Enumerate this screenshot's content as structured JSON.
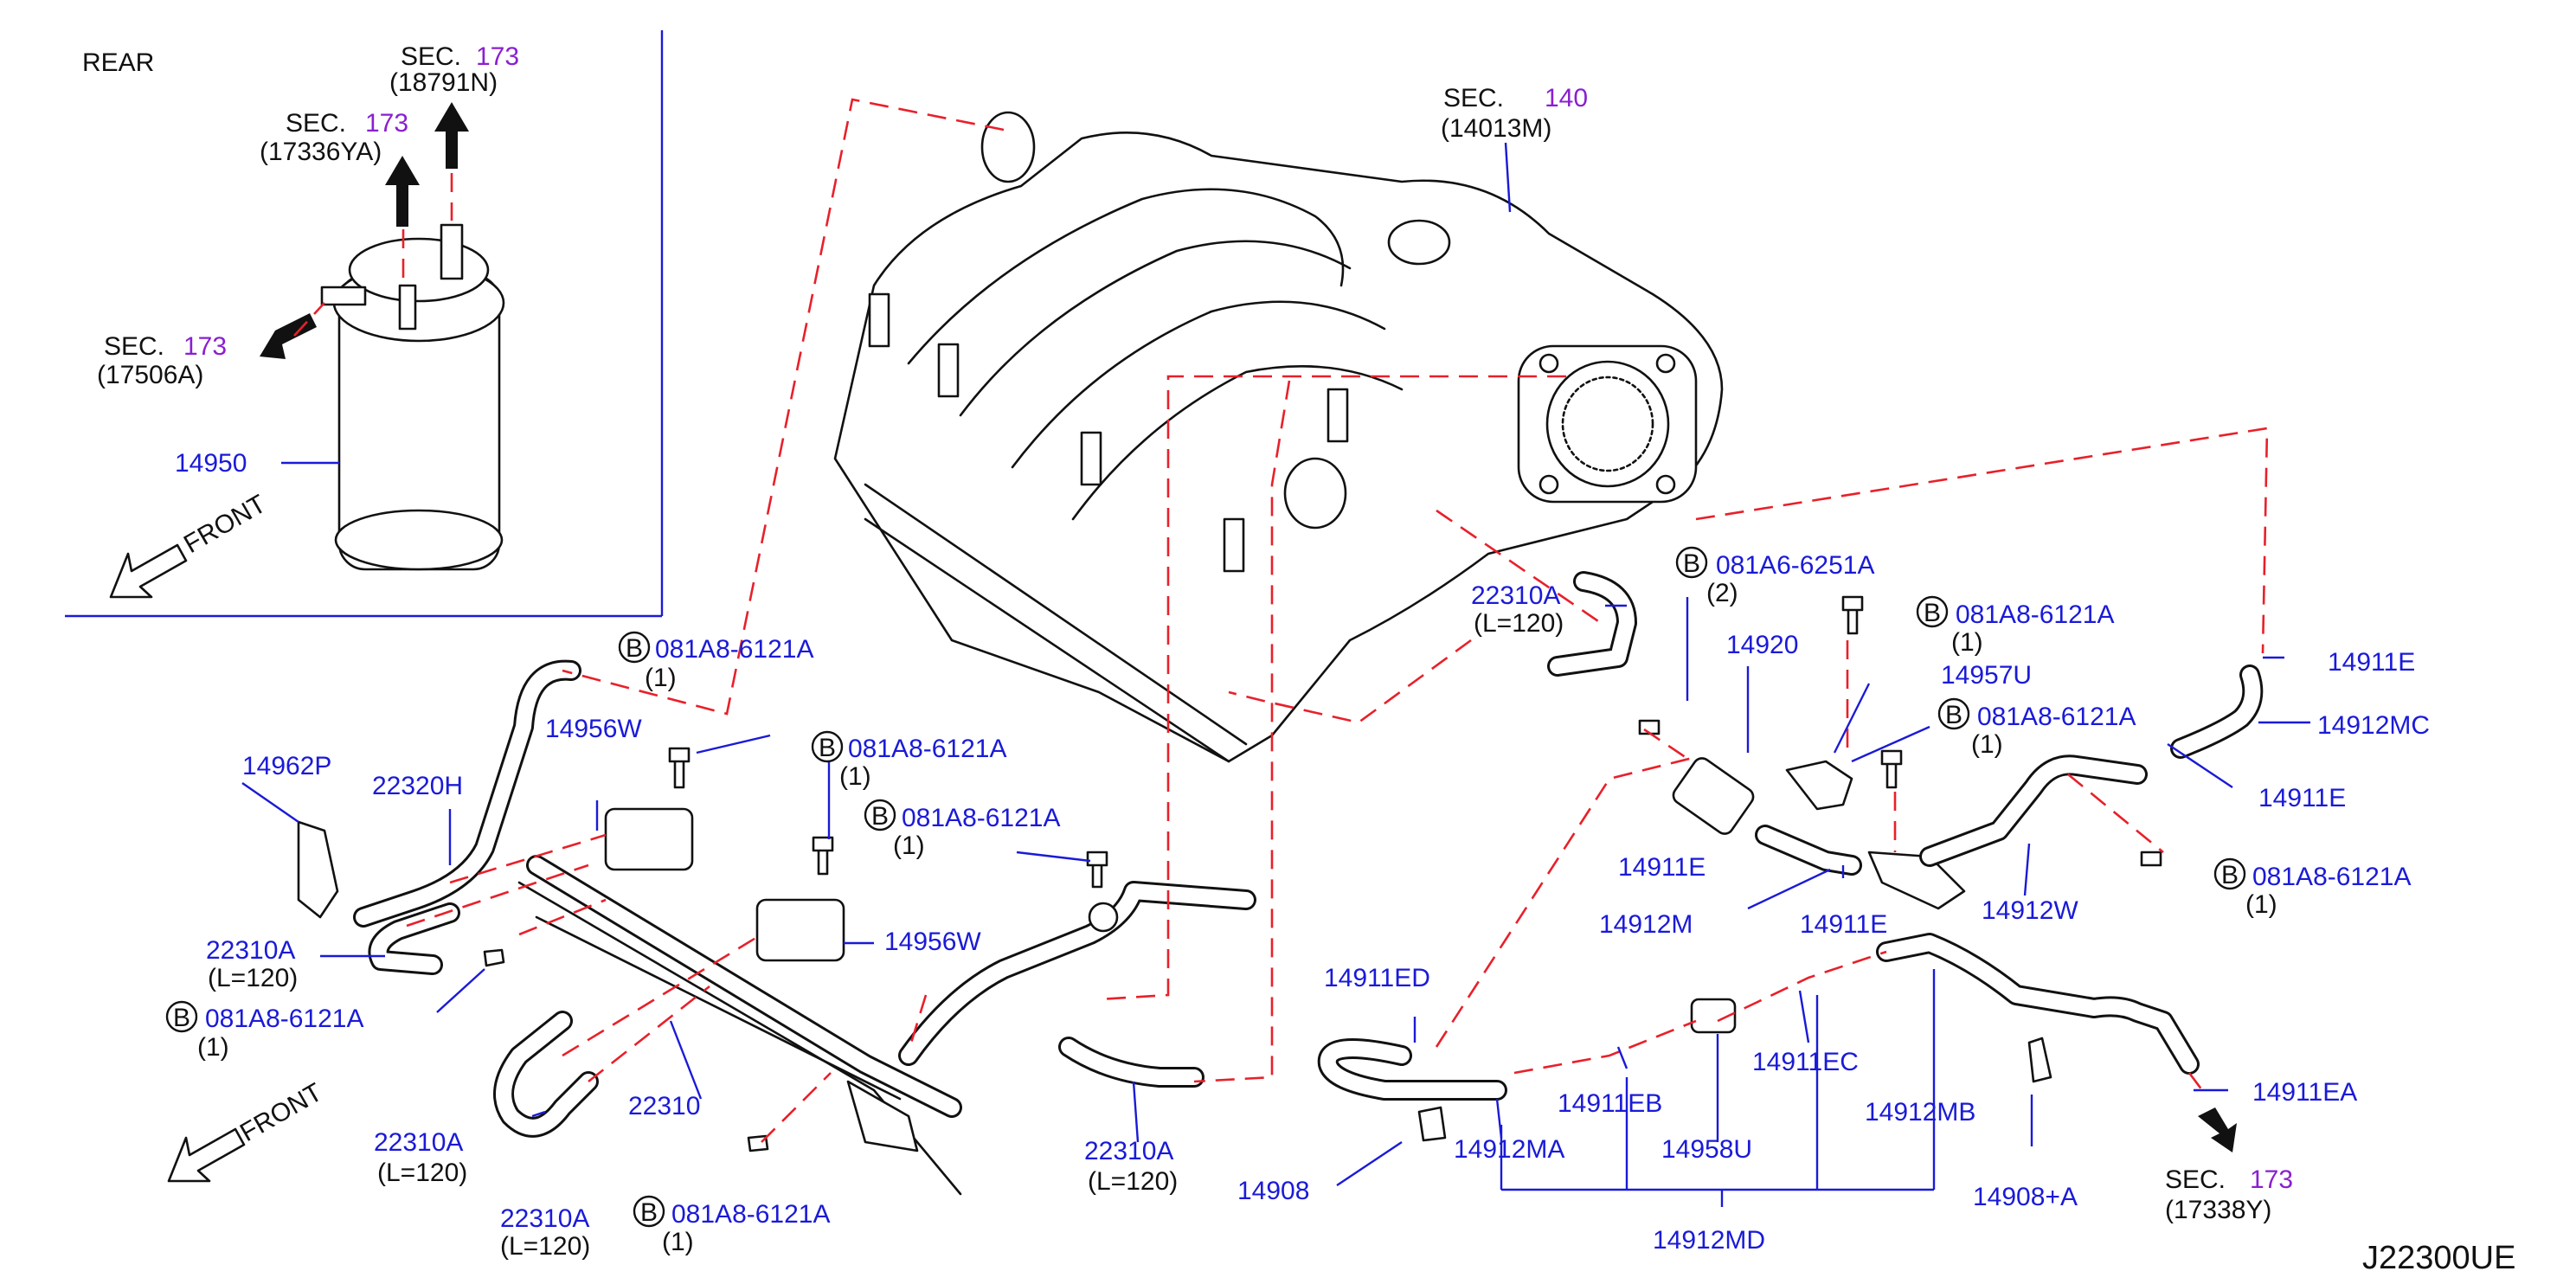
{
  "inset": {
    "rear_label": "REAR",
    "front_label": "FRONT",
    "sec_word": "SEC.",
    "sec_num": "173",
    "refs": [
      "(18791N)",
      "(17336YA)",
      "(17506A)"
    ],
    "canister_part": "14950"
  },
  "main": {
    "front_label": "FRONT",
    "sec_word": "SEC.",
    "manifold_sec_num": "140",
    "manifold_ref": "(14013M)",
    "bottom_sec_num": "173",
    "bottom_ref": "(17338Y)"
  },
  "bolts": [
    {
      "circle": "B",
      "part": "081A8-6121A",
      "qty": "(1)"
    },
    {
      "circle": "B",
      "part": "081A8-6121A",
      "qty": "(1)"
    },
    {
      "circle": "B",
      "part": "081A8-6121A",
      "qty": "(1)"
    },
    {
      "circle": "B",
      "part": "081A8-6121A",
      "qty": "(1)"
    },
    {
      "circle": "B",
      "part": "081A8-6121A",
      "qty": "(1)"
    },
    {
      "circle": "B",
      "part": "081A6-6251A",
      "qty": "(2)"
    },
    {
      "circle": "B",
      "part": "081A8-6121A",
      "qty": "(1)"
    },
    {
      "circle": "B",
      "part": "081A8-6121A",
      "qty": "(1)"
    },
    {
      "circle": "B",
      "part": "081A8-6121A",
      "qty": "(1)"
    }
  ],
  "parts": {
    "p14956W_a": "14956W",
    "p14962P": "14962P",
    "p22320H": "22320H",
    "p22310A_a": "22310A",
    "p22310A_a_len": "(L=120)",
    "p14956W_b": "14956W",
    "p22310": "22310",
    "p22310A_b": "22310A",
    "p22310A_b_len": "(L=120)",
    "p22310A_c": "22310A",
    "p22310A_c_len": "(L=120)",
    "p22310A_d": "22310A",
    "p22310A_d_len": "(L=120)",
    "p22310A_e": "22310A",
    "p22310A_e_len": "(L=120)",
    "p14920": "14920",
    "p14957U": "14957U",
    "p14911E_a": "14911E",
    "p14912MC": "14912MC",
    "p14911E_b": "14911E",
    "p14911E_c": "14911E",
    "p14911E_d": "14911E",
    "p14912M": "14912M",
    "p14912W": "14912W",
    "p14911ED": "14911ED",
    "p14911EB": "14911EB",
    "p14911EC": "14911EC",
    "p14912MB": "14912MB",
    "p14911EA": "14911EA",
    "p14908": "14908",
    "p14912MA": "14912MA",
    "p14958U": "14958U",
    "p14912MD": "14912MD",
    "p14908A": "14908+A"
  },
  "diagram_code": "J22300UE",
  "colors": {
    "part_number": "#1a1ad8",
    "section_number": "#8a1fd0",
    "leader_dashed": "#e8202a",
    "drawing": "#111111"
  }
}
